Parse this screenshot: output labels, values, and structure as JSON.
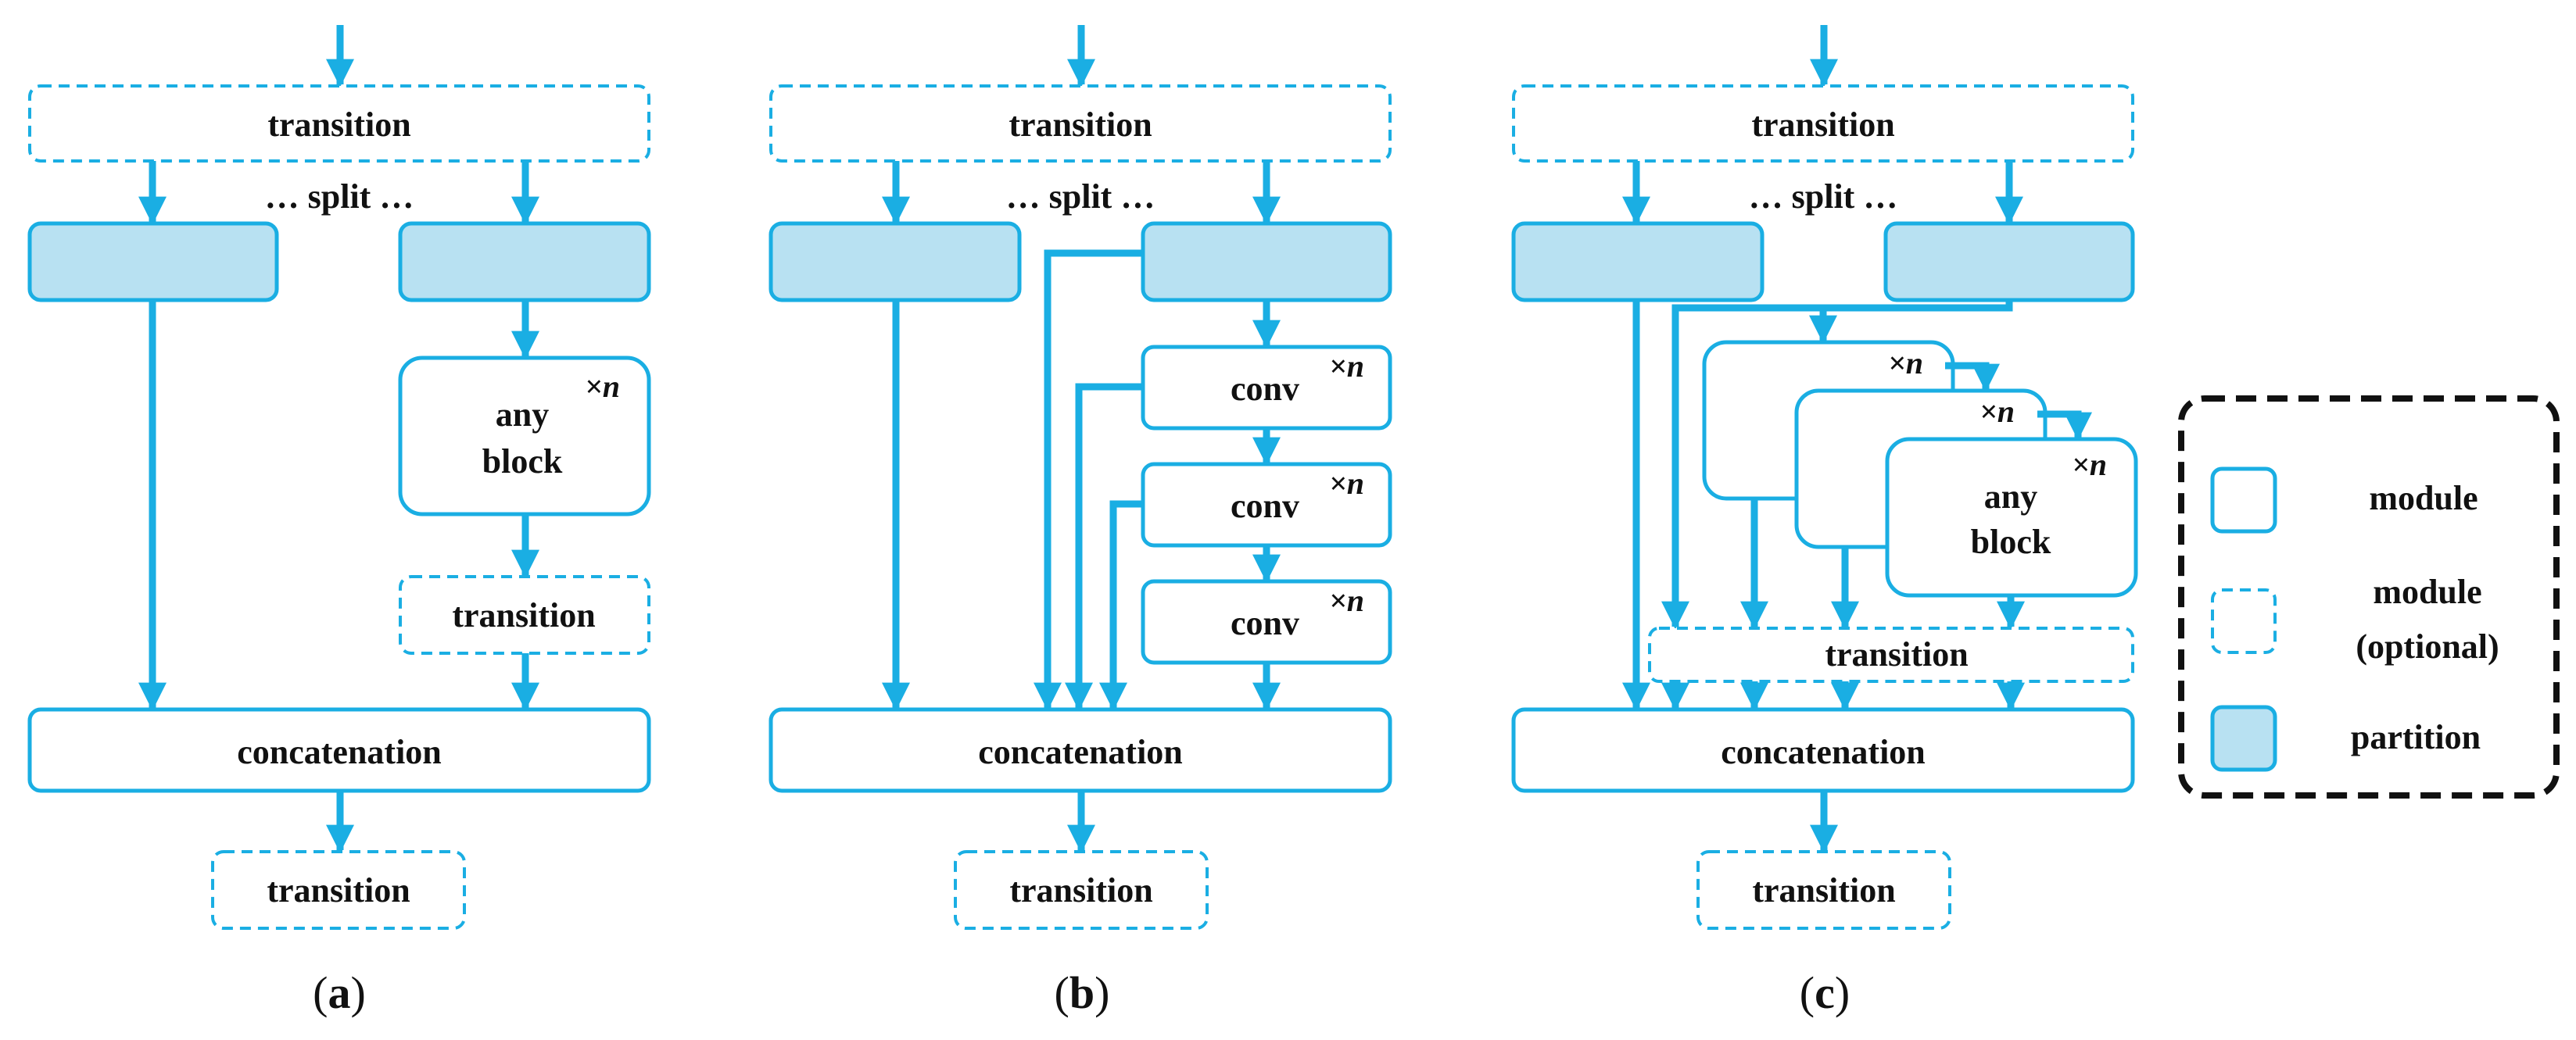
{
  "colors": {
    "accent": "#1aaee3",
    "partition_fill": "#b8e1f2",
    "text": "#111111"
  },
  "labels": {
    "transition": "transition",
    "split": "… split …",
    "concatenation": "concatenation",
    "any": "any",
    "block": "block",
    "conv": "conv",
    "repeat": "×n"
  },
  "captions": {
    "a": {
      "open": "(",
      "letter": "a",
      "close": ")"
    },
    "b": {
      "open": "(",
      "letter": "b",
      "close": ")"
    },
    "c": {
      "open": "(",
      "letter": "c",
      "close": ")"
    }
  },
  "legend": {
    "module": "module",
    "module_optional_line1": "module",
    "module_optional_line2": "(optional)",
    "partition": "partition"
  }
}
